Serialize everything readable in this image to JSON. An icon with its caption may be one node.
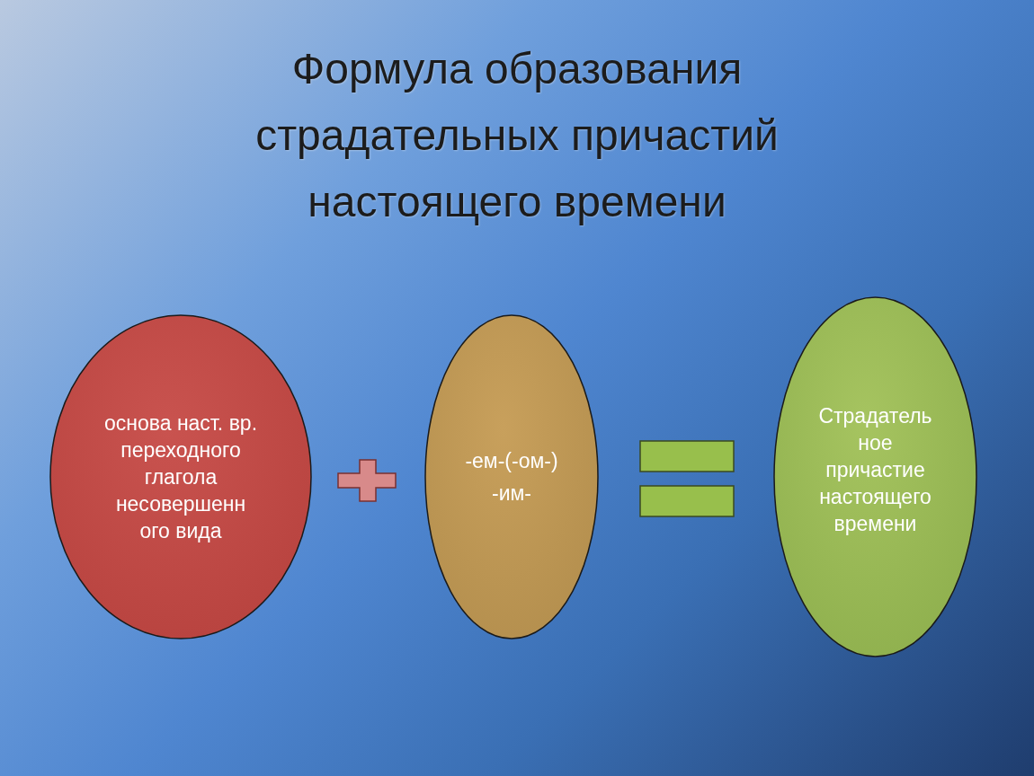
{
  "diagram": {
    "title": "Формула образования страдательных причастий настоящего времени",
    "nodes": [
      {
        "text": [
          "основа наст. вр. переходного глагола несовершенн ого вида"
        ]
      },
      {
        "text": [
          "-ем-(-ом-)",
          "-им-"
        ]
      },
      {
        "text": [
          "Страдатель ное причастие настоящего времени"
        ]
      }
    ]
  }
}
